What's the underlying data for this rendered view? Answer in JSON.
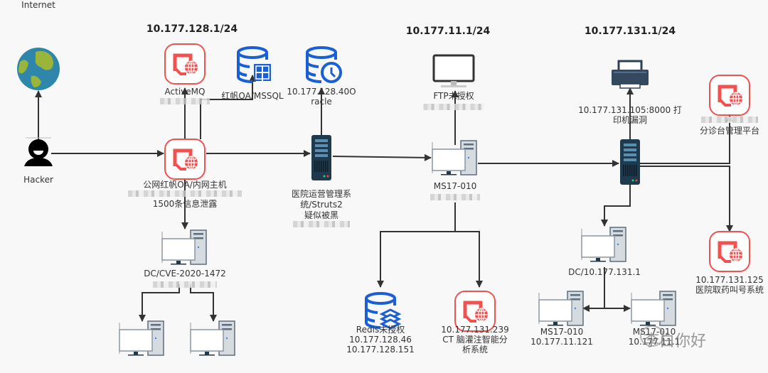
{
  "subnets": [
    {
      "id": "s128",
      "label": "10.177.128.1/24"
    },
    {
      "id": "s11",
      "label": "10.177.11.1/24"
    },
    {
      "id": "s131",
      "label": "10.177.131.1/24"
    }
  ],
  "nodes": {
    "internet": {
      "type": "globe",
      "lines": [
        "Internet"
      ]
    },
    "hacker": {
      "type": "hacker",
      "lines": [
        "Hacker"
      ]
    },
    "activemq": {
      "type": "webapp",
      "lines": [
        "ActiveMQ"
      ]
    },
    "mssql": {
      "type": "db-table",
      "lines": [
        "红帆OA/MSSQL"
      ]
    },
    "oracle": {
      "type": "db-clock",
      "lines": [
        "10.177.128.40O",
        "racle"
      ]
    },
    "oa_host": {
      "type": "webapp",
      "lines": [
        "公网红帆OA/内网主机",
        "1500条信息泄露"
      ]
    },
    "dc1": {
      "type": "pc",
      "lines": [
        "DC/CVE-2020-1472"
      ]
    },
    "pc_a": {
      "type": "pc",
      "lines": []
    },
    "pc_b": {
      "type": "pc",
      "lines": []
    },
    "struts": {
      "type": "server",
      "lines": [
        "医院运营管理系",
        "统/Struts2",
        "疑似被黑"
      ]
    },
    "ftp": {
      "type": "monitor",
      "lines": [
        "FTP未授权"
      ]
    },
    "ms17_main": {
      "type": "pc",
      "lines": [
        "MS17-010"
      ]
    },
    "redis": {
      "type": "db-layers",
      "lines": [
        "Redis未授权",
        "10.177.128.46",
        "10.177.128.151"
      ]
    },
    "ct": {
      "type": "webapp",
      "lines": [
        "10.177.131.239",
        "CT 脑灌注智能分",
        "析系统"
      ]
    },
    "printer": {
      "type": "printer",
      "lines": [
        "10.177.131.105:8000 打",
        "印机漏洞"
      ]
    },
    "switch131": {
      "type": "server",
      "lines": []
    },
    "triage": {
      "type": "webapp",
      "lines": [
        "分诊台管理平台"
      ]
    },
    "pharmacy": {
      "type": "webapp",
      "lines": [
        "10.177.131.125",
        "医院取药叫号系统"
      ]
    },
    "dc2": {
      "type": "pc",
      "lines": [
        "DC/10.177.131.1"
      ]
    },
    "ms17_a": {
      "type": "pc",
      "lines": [
        "MS17-010",
        "10.177.11.121"
      ]
    },
    "ms17_b": {
      "type": "pc",
      "lines": [
        "MS17-010",
        "10.177.11.1"
      ]
    }
  },
  "edges": [
    {
      "from": "hacker",
      "to": "internet"
    },
    {
      "from": "hacker",
      "to": "oa_host"
    },
    {
      "from": "oa_host",
      "to": "activemq"
    },
    {
      "from": "oa_host",
      "to": "mssql"
    },
    {
      "from": "oa_host",
      "to": "struts"
    },
    {
      "from": "oa_host",
      "to": "dc1"
    },
    {
      "from": "dc1",
      "to": "pc_a"
    },
    {
      "from": "dc1",
      "to": "pc_b"
    },
    {
      "from": "struts",
      "to": "oracle"
    },
    {
      "from": "struts",
      "to": "ms17_main"
    },
    {
      "from": "ms17_main",
      "to": "ftp"
    },
    {
      "from": "ms17_main",
      "to": "redis"
    },
    {
      "from": "ms17_main",
      "to": "ct"
    },
    {
      "from": "ms17_main",
      "to": "switch131"
    },
    {
      "from": "switch131",
      "to": "printer"
    },
    {
      "from": "switch131",
      "to": "triage"
    },
    {
      "from": "switch131",
      "to": "pharmacy"
    },
    {
      "from": "switch131",
      "to": "dc2"
    },
    {
      "from": "dc2",
      "to": "ms17_a"
    },
    {
      "from": "dc2",
      "to": "ms17_b"
    }
  ],
  "watermark": "李白你好",
  "colors": {
    "webapp": "#f0524f",
    "db": "#1a5fd6",
    "server": "#1f3a4d",
    "line": "#333333",
    "text": "#333333"
  }
}
